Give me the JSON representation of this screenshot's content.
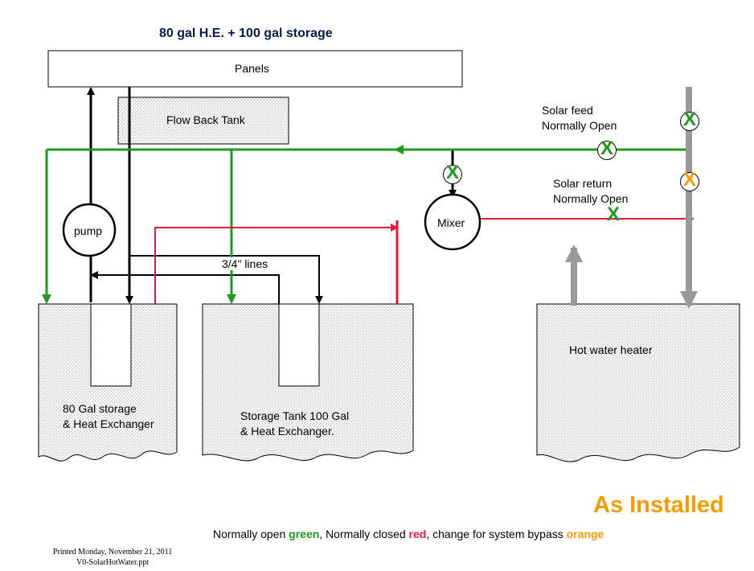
{
  "title": "80 gal H.E. + 100 gal storage",
  "boxes": {
    "panels": "Panels",
    "flow_back_tank": "Flow Back Tank",
    "pump": "pump",
    "mixer": "Mixer"
  },
  "labels": {
    "solar_feed_line1": "Solar feed",
    "solar_feed_line2": "Normally Open",
    "solar_return_line1": "Solar return",
    "solar_return_line2": "Normally Open",
    "lines": "3/4\" lines"
  },
  "tanks": {
    "tank1_line1": "80 Gal storage",
    "tank1_line2": "& Heat Exchanger",
    "tank2_line1": "Storage Tank 100 Gal",
    "tank2_line2": "& Heat Exchanger.",
    "tank3": "Hot water heater"
  },
  "valve_mark": "X",
  "status": "As Installed",
  "legend": {
    "prefix": "Normally open ",
    "green_word": "green",
    "mid": ", Normally closed ",
    "red_word": "red",
    "mid2": ", change for system bypass ",
    "orange_word": "orange"
  },
  "footer": {
    "line1": "Printed Monday, November 21, 2011",
    "line2": "V0-SolarHotWater.ppt"
  },
  "colors": {
    "green": "#1f9a1f",
    "red": "#e8173a",
    "orange": "#f79b00",
    "gray": "#999999",
    "black": "#000000"
  }
}
